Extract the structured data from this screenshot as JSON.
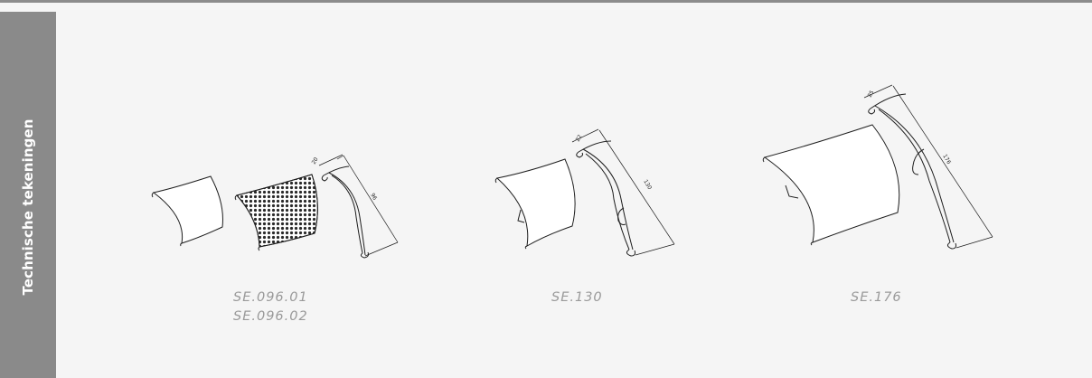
{
  "sidebar": {
    "title": "Technische tekeningen"
  },
  "products": [
    {
      "codes": [
        "SE.096.01",
        "SE.096.02"
      ],
      "dims": {
        "thickness": "20",
        "height": "96"
      }
    },
    {
      "codes": [
        "SE.130"
      ],
      "dims": {
        "thickness": "22",
        "height": "130"
      }
    },
    {
      "codes": [
        "SE.176"
      ],
      "dims": {
        "thickness": "25",
        "height": "176"
      }
    }
  ]
}
